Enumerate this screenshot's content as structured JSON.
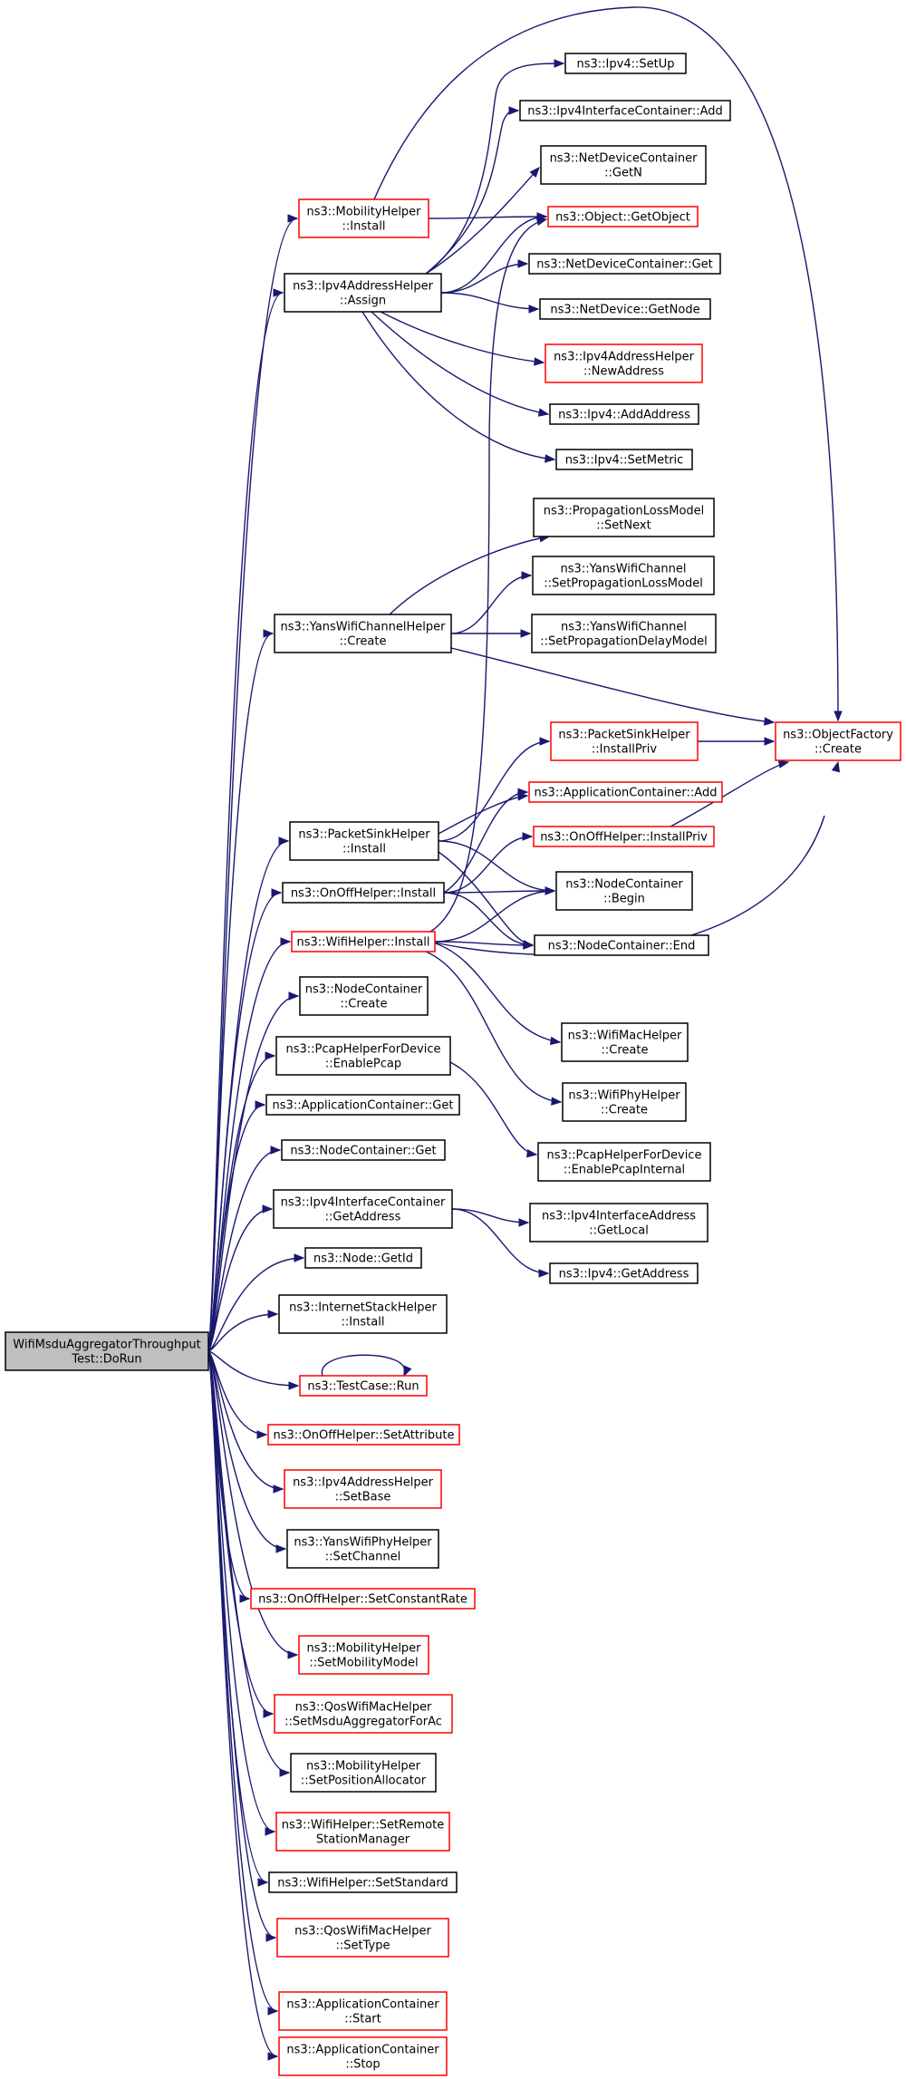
{
  "graph": {
    "root": "root",
    "nodes": [
      {
        "id": "root",
        "lines": [
          "WifiMsduAggregatorThroughput",
          "Test::DoRun"
        ],
        "style": "root",
        "interactable": false
      },
      {
        "id": "mob_install",
        "lines": [
          "ns3::MobilityHelper",
          "::Install"
        ],
        "style": "red",
        "interactable": true
      },
      {
        "id": "ipv4addr_assign",
        "lines": [
          "ns3::Ipv4AddressHelper",
          "::Assign"
        ],
        "style": "black",
        "interactable": true
      },
      {
        "id": "ipv4_setup",
        "lines": [
          "ns3::Ipv4::SetUp"
        ],
        "style": "black",
        "interactable": true
      },
      {
        "id": "ipv4ic_add",
        "lines": [
          "ns3::Ipv4InterfaceContainer::Add"
        ],
        "style": "black",
        "interactable": true
      },
      {
        "id": "ndc_getn",
        "lines": [
          "ns3::NetDeviceContainer",
          "::GetN"
        ],
        "style": "black",
        "interactable": true
      },
      {
        "id": "obj_getobject",
        "lines": [
          "ns3::Object::GetObject"
        ],
        "style": "red",
        "interactable": true
      },
      {
        "id": "ndc_get",
        "lines": [
          "ns3::NetDeviceContainer::Get"
        ],
        "style": "black",
        "interactable": true
      },
      {
        "id": "nd_getnode",
        "lines": [
          "ns3::NetDevice::GetNode"
        ],
        "style": "black",
        "interactable": true
      },
      {
        "id": "ipv4addr_newaddress",
        "lines": [
          "ns3::Ipv4AddressHelper",
          "::NewAddress"
        ],
        "style": "red",
        "interactable": true
      },
      {
        "id": "ipv4_addaddress",
        "lines": [
          "ns3::Ipv4::AddAddress"
        ],
        "style": "black",
        "interactable": true
      },
      {
        "id": "ipv4_setmetric",
        "lines": [
          "ns3::Ipv4::SetMetric"
        ],
        "style": "black",
        "interactable": true
      },
      {
        "id": "plm_setnext",
        "lines": [
          "ns3::PropagationLossModel",
          "::SetNext"
        ],
        "style": "black",
        "interactable": true
      },
      {
        "id": "ywc_setloss",
        "lines": [
          "ns3::YansWifiChannel",
          "::SetPropagationLossModel"
        ],
        "style": "black",
        "interactable": true
      },
      {
        "id": "ywch_create",
        "lines": [
          "ns3::YansWifiChannelHelper",
          "::Create"
        ],
        "style": "black",
        "interactable": true
      },
      {
        "id": "ywc_setdelay",
        "lines": [
          "ns3::YansWifiChannel",
          "::SetPropagationDelayModel"
        ],
        "style": "black",
        "interactable": true
      },
      {
        "id": "psh_installpriv",
        "lines": [
          "ns3::PacketSinkHelper",
          "::InstallPriv"
        ],
        "style": "red",
        "interactable": true
      },
      {
        "id": "objfactory_create",
        "lines": [
          "ns3::ObjectFactory",
          "::Create"
        ],
        "style": "red",
        "interactable": true
      },
      {
        "id": "psh_install",
        "lines": [
          "ns3::PacketSinkHelper",
          "::Install"
        ],
        "style": "black",
        "interactable": true
      },
      {
        "id": "ac_add",
        "lines": [
          "ns3::ApplicationContainer::Add"
        ],
        "style": "red",
        "interactable": true
      },
      {
        "id": "ooh_installpriv",
        "lines": [
          "ns3::OnOffHelper::InstallPriv"
        ],
        "style": "red",
        "interactable": true
      },
      {
        "id": "ooh_install",
        "lines": [
          "ns3::OnOffHelper::Install"
        ],
        "style": "black",
        "interactable": true
      },
      {
        "id": "nc_begin",
        "lines": [
          "ns3::NodeContainer",
          "::Begin"
        ],
        "style": "black",
        "interactable": true
      },
      {
        "id": "wh_install",
        "lines": [
          "ns3::WifiHelper::Install"
        ],
        "style": "red",
        "interactable": true
      },
      {
        "id": "nc_end",
        "lines": [
          "ns3::NodeContainer::End"
        ],
        "style": "black",
        "interactable": true
      },
      {
        "id": "nc_create",
        "lines": [
          "ns3::NodeContainer",
          "::Create"
        ],
        "style": "black",
        "interactable": true
      },
      {
        "id": "wmh_create",
        "lines": [
          "ns3::WifiMacHelper",
          "::Create"
        ],
        "style": "black",
        "interactable": true
      },
      {
        "id": "phfd_enablepcap",
        "lines": [
          "ns3::PcapHelperForDevice",
          "::EnablePcap"
        ],
        "style": "black",
        "interactable": true
      },
      {
        "id": "wph_create",
        "lines": [
          "ns3::WifiPhyHelper",
          "::Create"
        ],
        "style": "black",
        "interactable": true
      },
      {
        "id": "ac_get",
        "lines": [
          "ns3::ApplicationContainer::Get"
        ],
        "style": "black",
        "interactable": true
      },
      {
        "id": "phfd_enablepcapinternal",
        "lines": [
          "ns3::PcapHelperForDevice",
          "::EnablePcapInternal"
        ],
        "style": "black",
        "interactable": true
      },
      {
        "id": "nc_get",
        "lines": [
          "ns3::NodeContainer::Get"
        ],
        "style": "black",
        "interactable": true
      },
      {
        "id": "ipv4ic_getaddress",
        "lines": [
          "ns3::Ipv4InterfaceContainer",
          "::GetAddress"
        ],
        "style": "black",
        "interactable": true
      },
      {
        "id": "ipv4ia_getlocal",
        "lines": [
          "ns3::Ipv4InterfaceAddress",
          "::GetLocal"
        ],
        "style": "black",
        "interactable": true
      },
      {
        "id": "node_getid",
        "lines": [
          "ns3::Node::GetId"
        ],
        "style": "black",
        "interactable": true
      },
      {
        "id": "ipv4_getaddress",
        "lines": [
          "ns3::Ipv4::GetAddress"
        ],
        "style": "black",
        "interactable": true
      },
      {
        "id": "ish_install",
        "lines": [
          "ns3::InternetStackHelper",
          "::Install"
        ],
        "style": "black",
        "interactable": true
      },
      {
        "id": "tc_run",
        "lines": [
          "ns3::TestCase::Run"
        ],
        "style": "red",
        "interactable": true
      },
      {
        "id": "ooh_setattribute",
        "lines": [
          "ns3::OnOffHelper::SetAttribute"
        ],
        "style": "red",
        "interactable": true
      },
      {
        "id": "ipv4addr_setbase",
        "lines": [
          "ns3::Ipv4AddressHelper",
          "::SetBase"
        ],
        "style": "red",
        "interactable": true
      },
      {
        "id": "ywph_setchannel",
        "lines": [
          "ns3::YansWifiPhyHelper",
          "::SetChannel"
        ],
        "style": "black",
        "interactable": true
      },
      {
        "id": "ooh_setconstantrate",
        "lines": [
          "ns3::OnOffHelper::SetConstantRate"
        ],
        "style": "red",
        "interactable": true
      },
      {
        "id": "mob_setmobilitymodel",
        "lines": [
          "ns3::MobilityHelper",
          "::SetMobilityModel"
        ],
        "style": "red",
        "interactable": true
      },
      {
        "id": "qwmh_setmsdu",
        "lines": [
          "ns3::QosWifiMacHelper",
          "::SetMsduAggregatorForAc"
        ],
        "style": "red",
        "interactable": true
      },
      {
        "id": "mob_setposalloc",
        "lines": [
          "ns3::MobilityHelper",
          "::SetPositionAllocator"
        ],
        "style": "black",
        "interactable": true
      },
      {
        "id": "wh_setremote",
        "lines": [
          "ns3::WifiHelper::SetRemote",
          "StationManager"
        ],
        "style": "red",
        "interactable": true
      },
      {
        "id": "wh_setstandard",
        "lines": [
          "ns3::WifiHelper::SetStandard"
        ],
        "style": "black",
        "interactable": true
      },
      {
        "id": "qwmh_settype",
        "lines": [
          "ns3::QosWifiMacHelper",
          "::SetType"
        ],
        "style": "red",
        "interactable": true
      },
      {
        "id": "ac_start",
        "lines": [
          "ns3::ApplicationContainer",
          "::Start"
        ],
        "style": "red",
        "interactable": true
      },
      {
        "id": "ac_stop",
        "lines": [
          "ns3::ApplicationContainer",
          "::Stop"
        ],
        "style": "red",
        "interactable": true
      }
    ],
    "edges": [
      [
        "root",
        "mob_install"
      ],
      [
        "root",
        "ipv4addr_assign"
      ],
      [
        "root",
        "ywch_create"
      ],
      [
        "root",
        "psh_install"
      ],
      [
        "root",
        "ooh_install"
      ],
      [
        "root",
        "wh_install"
      ],
      [
        "root",
        "nc_create"
      ],
      [
        "root",
        "phfd_enablepcap"
      ],
      [
        "root",
        "ac_get"
      ],
      [
        "root",
        "nc_get"
      ],
      [
        "root",
        "ipv4ic_getaddress"
      ],
      [
        "root",
        "node_getid"
      ],
      [
        "root",
        "ish_install"
      ],
      [
        "root",
        "tc_run"
      ],
      [
        "root",
        "ooh_setattribute"
      ],
      [
        "root",
        "ipv4addr_setbase"
      ],
      [
        "root",
        "ywph_setchannel"
      ],
      [
        "root",
        "ooh_setconstantrate"
      ],
      [
        "root",
        "mob_setmobilitymodel"
      ],
      [
        "root",
        "qwmh_setmsdu"
      ],
      [
        "root",
        "mob_setposalloc"
      ],
      [
        "root",
        "wh_setremote"
      ],
      [
        "root",
        "wh_setstandard"
      ],
      [
        "root",
        "qwmh_settype"
      ],
      [
        "root",
        "ac_start"
      ],
      [
        "root",
        "ac_stop"
      ],
      [
        "mob_install",
        "obj_getobject"
      ],
      [
        "mob_install",
        "objfactory_create"
      ],
      [
        "ipv4addr_assign",
        "ipv4_setup"
      ],
      [
        "ipv4addr_assign",
        "ipv4ic_add"
      ],
      [
        "ipv4addr_assign",
        "ndc_getn"
      ],
      [
        "ipv4addr_assign",
        "obj_getobject"
      ],
      [
        "ipv4addr_assign",
        "ndc_get"
      ],
      [
        "ipv4addr_assign",
        "nd_getnode"
      ],
      [
        "ipv4addr_assign",
        "ipv4addr_newaddress"
      ],
      [
        "ipv4addr_assign",
        "ipv4_addaddress"
      ],
      [
        "ipv4addr_assign",
        "ipv4_setmetric"
      ],
      [
        "ywch_create",
        "plm_setnext"
      ],
      [
        "ywch_create",
        "ywc_setloss"
      ],
      [
        "ywch_create",
        "ywc_setdelay"
      ],
      [
        "ywch_create",
        "objfactory_create"
      ],
      [
        "psh_installpriv",
        "objfactory_create"
      ],
      [
        "ooh_installpriv",
        "objfactory_create"
      ],
      [
        "psh_install",
        "psh_installpriv"
      ],
      [
        "psh_install",
        "ac_add"
      ],
      [
        "psh_install",
        "nc_begin"
      ],
      [
        "psh_install",
        "nc_end"
      ],
      [
        "ooh_install",
        "ac_add"
      ],
      [
        "ooh_install",
        "ooh_installpriv"
      ],
      [
        "ooh_install",
        "nc_begin"
      ],
      [
        "ooh_install",
        "nc_end"
      ],
      [
        "wh_install",
        "nc_begin"
      ],
      [
        "wh_install",
        "nc_end"
      ],
      [
        "wh_install",
        "obj_getobject"
      ],
      [
        "wh_install",
        "objfactory_create"
      ],
      [
        "wh_install",
        "wmh_create"
      ],
      [
        "wh_install",
        "wph_create"
      ],
      [
        "phfd_enablepcap",
        "phfd_enablepcapinternal"
      ],
      [
        "ipv4ic_getaddress",
        "ipv4ia_getlocal"
      ],
      [
        "ipv4ic_getaddress",
        "ipv4_getaddress"
      ],
      [
        "tc_run",
        "tc_run"
      ]
    ]
  }
}
